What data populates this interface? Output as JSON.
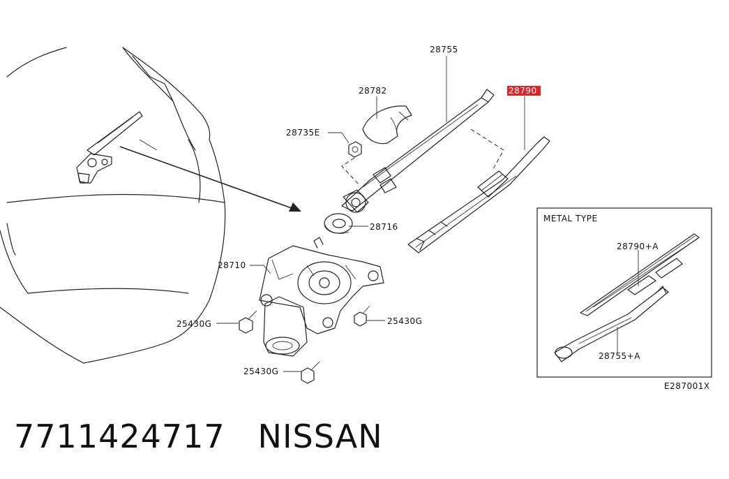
{
  "diagram": {
    "parts": {
      "p28755": "28755",
      "p28782": "28782",
      "p28735e": "28735E",
      "p28790": "28790",
      "p28716": "28716",
      "p28710": "28710",
      "p25430g_left": "25430G",
      "p25430g_right": "25430G",
      "p25430g_bottom": "25430G"
    },
    "inset": {
      "title": "METAL TYPE",
      "p28790a": "28790+A",
      "p28755a": "28755+A"
    },
    "drawing_code": "E287001X",
    "highlight_color": "#d9262b"
  },
  "footer": {
    "part_number": "7711424717",
    "brand": "NISSAN"
  }
}
